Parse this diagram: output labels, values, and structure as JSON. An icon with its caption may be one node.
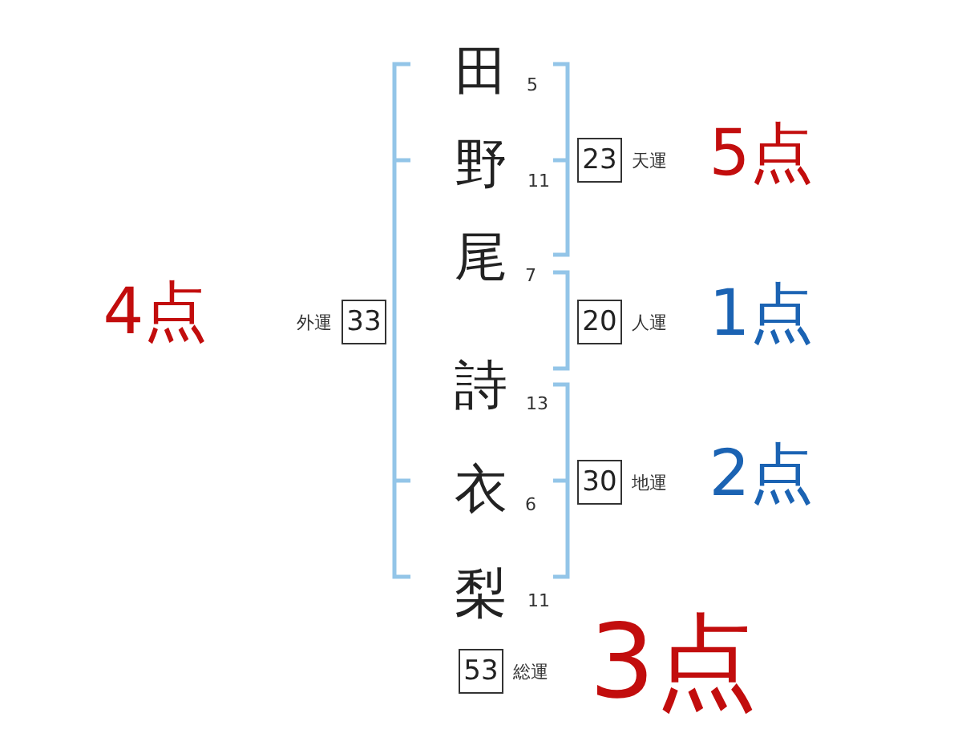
{
  "diagram": {
    "nodes": [
      {
        "text": [
          "23"
        ],
        "beside": [
          "天運"
        ]
      },
      {
        "text": [
          "33"
        ],
        "beside": [
          "外運"
        ]
      },
      {
        "text": [
          "20"
        ],
        "beside": [
          "人運"
        ]
      },
      {
        "text": [
          "30"
        ],
        "beside": [
          "地運"
        ]
      },
      {
        "text": [
          "53"
        ],
        "beside": [
          "総運"
        ]
      }
    ],
    "labels": [
      "田",
      "5",
      "野",
      "11",
      "5点",
      "尾",
      "7",
      "4点",
      "1点",
      "詩",
      "13",
      "衣",
      "6",
      "2点",
      "梨",
      "11",
      "3点"
    ]
  }
}
